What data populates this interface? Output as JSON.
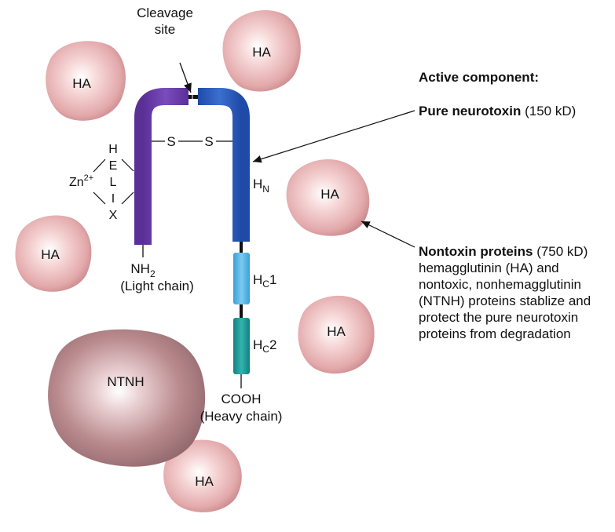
{
  "title": "Botulinum neurotoxin complex",
  "cleavage_label": [
    "Cleavage",
    "site"
  ],
  "disulfide": [
    "S",
    "S"
  ],
  "helix_letters": [
    "H",
    "E",
    "L",
    "I",
    "X"
  ],
  "zinc": {
    "base": "Zn",
    "sup": "2+"
  },
  "light_chain": {
    "terminus": "NH",
    "terminus_sub": "2",
    "label": "(Light chain)"
  },
  "heavy_chain": {
    "hn": {
      "base": "H",
      "sub": "N"
    },
    "hc1": {
      "base": "H",
      "sub": "C",
      "suffix": "1"
    },
    "hc2": {
      "base": "H",
      "sub": "C",
      "suffix": "2"
    },
    "terminus": "COOH",
    "label": "(Heavy chain)"
  },
  "proteins": {
    "ha_label": "HA",
    "ntnh_label": "NTNH"
  },
  "active": {
    "heading": "Active component:",
    "name": "Pure neurotoxin",
    "mass": "(150 kD)"
  },
  "nontoxin": {
    "name": "Nontoxin proteins",
    "mass": "(750 kD)",
    "lines": [
      "hemagglutinin (HA) and",
      "nontoxic, nonhemagglutinin",
      "(NTNH) proteins stablize and",
      "protect the pure neurotoxin",
      "proteins from degradation"
    ]
  },
  "colors": {
    "light_chain": "#6a3fa6",
    "heavy_hn": "#2f5fbf",
    "hc1": "#4fb3e6",
    "hc2": "#1f9a98",
    "ha": "#e8b3b3",
    "ntnh": "#b98a8e"
  }
}
